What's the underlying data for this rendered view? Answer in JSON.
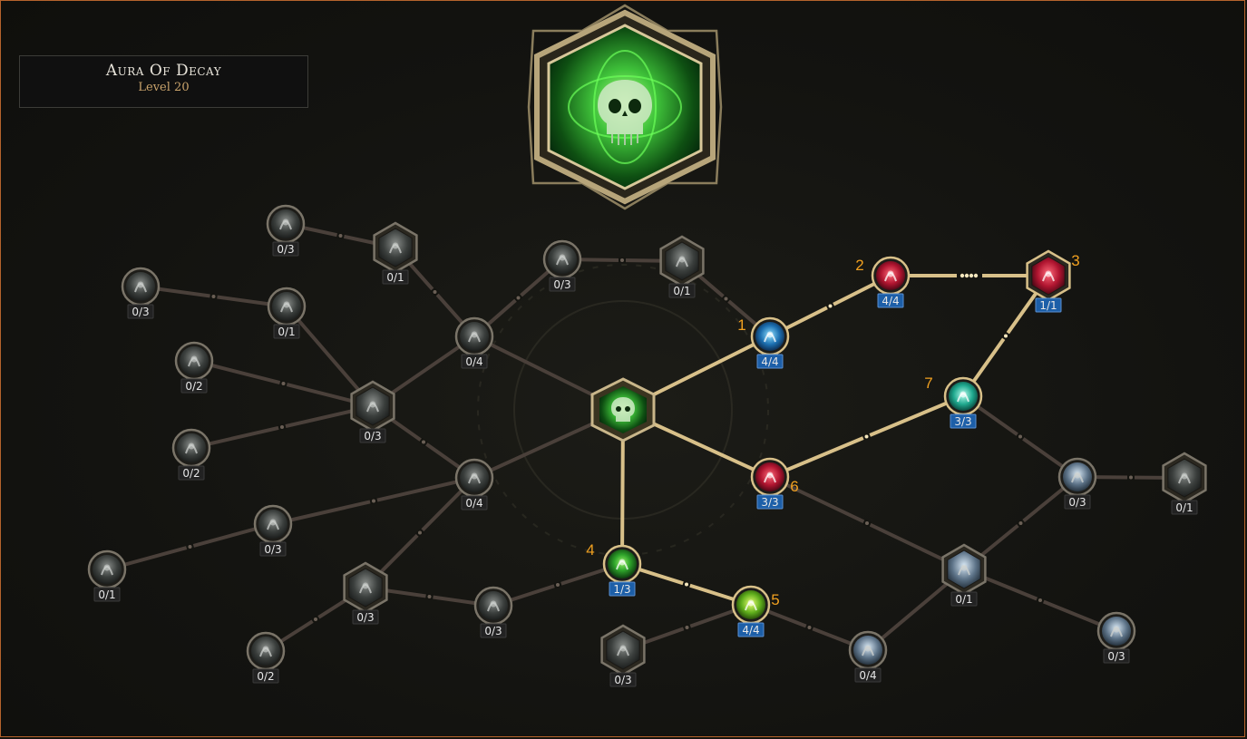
{
  "skill": {
    "name": "Aura Of Decay",
    "level": "Level 20"
  },
  "colors": {
    "active_line": "#d8c089",
    "inactive_line": "#4a403a",
    "allocated_badge": "#1d5fa8",
    "unallocated_badge": "#222222",
    "number_label": "#f0a020"
  },
  "nodes": [
    {
      "id": "n01",
      "icon": "hooded-figure-icon",
      "value": "0/3",
      "shape": "circle",
      "active": false
    },
    {
      "id": "n02",
      "icon": "comet-icon",
      "value": "0/1",
      "shape": "hex",
      "active": false
    },
    {
      "id": "n03",
      "icon": "void-eye-icon",
      "value": "0/3",
      "shape": "circle",
      "active": false
    },
    {
      "id": "n04",
      "icon": "comet-icon",
      "value": "0/1",
      "shape": "circle",
      "active": false
    },
    {
      "id": "n05",
      "icon": "droplet-icon",
      "value": "0/3",
      "shape": "circle",
      "active": false
    },
    {
      "id": "n06",
      "icon": "claw-slash-icon",
      "value": "0/1",
      "shape": "hex",
      "active": false
    },
    {
      "id": "n07",
      "icon": "offering-hands-icon",
      "value": "0/4",
      "shape": "circle",
      "active": false
    },
    {
      "id": "n08",
      "icon": "triple-skull-icon",
      "value": "0/2",
      "shape": "circle",
      "active": false
    },
    {
      "id": "n09",
      "icon": "beast-head-icon",
      "value": "0/3",
      "shape": "hex",
      "active": false
    },
    {
      "id": "n10",
      "icon": "tree-arrows-icon",
      "value": "0/2",
      "shape": "circle",
      "active": false
    },
    {
      "id": "n11",
      "icon": "bandaged-figure-icon",
      "value": "0/4",
      "shape": "circle",
      "active": false
    },
    {
      "id": "n12",
      "icon": "sorceress-icon",
      "value": "0/3",
      "shape": "circle",
      "active": false
    },
    {
      "id": "n13",
      "icon": "shield-rune-icon",
      "value": "0/1",
      "shape": "circle",
      "active": false
    },
    {
      "id": "n14",
      "icon": "starburst-icon",
      "value": "0/3",
      "shape": "hex",
      "active": false
    },
    {
      "id": "n15",
      "icon": "claw-marks-icon",
      "value": "0/2",
      "shape": "circle",
      "active": false
    },
    {
      "id": "n16",
      "icon": "skull-crossbones-icon",
      "value": "0/3",
      "shape": "circle",
      "active": false
    },
    {
      "id": "n17",
      "icon": "ghost-spirit-icon",
      "value": "0/3",
      "shape": "hex",
      "active": false
    },
    {
      "id": "n18",
      "icon": "frost-burst-icon",
      "value": "0/4",
      "shape": "circle",
      "active": false
    },
    {
      "id": "n19",
      "icon": "ice-crystal-icon",
      "value": "0/1",
      "shape": "hex",
      "active": false
    },
    {
      "id": "n20",
      "icon": "frost-sigil-icon",
      "value": "0/3",
      "shape": "circle",
      "active": false
    },
    {
      "id": "n21",
      "icon": "bone-cluster-icon",
      "value": "0/3",
      "shape": "circle",
      "active": false
    },
    {
      "id": "n22",
      "icon": "dark-skull-icon",
      "value": "0/1",
      "shape": "hex",
      "active": false
    },
    {
      "id": "s1",
      "icon": "infection-wolf-icon",
      "value": "4/4",
      "shape": "circle",
      "active": true,
      "number": "1"
    },
    {
      "id": "s2",
      "icon": "demon-mage-icon",
      "value": "4/4",
      "shape": "circle",
      "active": true,
      "number": "2"
    },
    {
      "id": "s3",
      "icon": "crimson-skull-icon",
      "value": "1/1",
      "shape": "hex",
      "active": true,
      "number": "3"
    },
    {
      "id": "s4",
      "icon": "poison-pool-icon",
      "value": "1/3",
      "shape": "circle",
      "active": true,
      "number": "4"
    },
    {
      "id": "s5",
      "icon": "toxic-splash-icon",
      "value": "4/4",
      "shape": "circle",
      "active": true,
      "number": "5"
    },
    {
      "id": "s6",
      "icon": "blood-sigil-icon",
      "value": "3/3",
      "shape": "circle",
      "active": true,
      "number": "6"
    },
    {
      "id": "s7",
      "icon": "spectral-skull-icon",
      "value": "3/3",
      "shape": "circle",
      "active": true,
      "number": "7"
    }
  ]
}
